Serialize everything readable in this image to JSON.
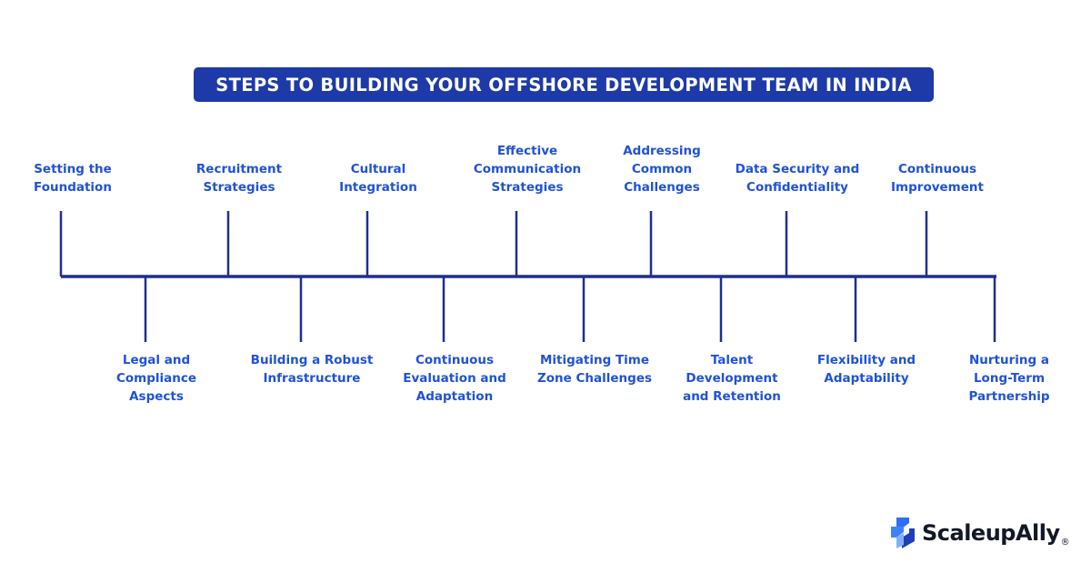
{
  "title": "STEPS TO BUILDING YOUR OFFSHORE DEVELOPMENT TEAM IN INDIA",
  "colors": {
    "title_background": "#1e3aa8",
    "title_text": "#ffffff",
    "axis": "#1e2f8f",
    "label_text": "#1f52d6"
  },
  "steps": [
    {
      "position": "above",
      "lines": [
        "Setting the",
        "Foundation"
      ]
    },
    {
      "position": "below",
      "lines": [
        "Legal and",
        "Compliance",
        "Aspects"
      ]
    },
    {
      "position": "above",
      "lines": [
        "Recruitment",
        "Strategies"
      ]
    },
    {
      "position": "below",
      "lines": [
        "Building a Robust",
        "Infrastructure"
      ]
    },
    {
      "position": "above",
      "lines": [
        "Cultural",
        "Integration"
      ]
    },
    {
      "position": "below",
      "lines": [
        "Continuous",
        "Evaluation and",
        "Adaptation"
      ]
    },
    {
      "position": "above",
      "lines": [
        "Effective",
        "Communication",
        "Strategies"
      ]
    },
    {
      "position": "below",
      "lines": [
        "Mitigating Time",
        "Zone Challenges"
      ]
    },
    {
      "position": "above",
      "lines": [
        "Addressing",
        "Common",
        "Challenges"
      ]
    },
    {
      "position": "below",
      "lines": [
        "Talent",
        "Development",
        "and Retention"
      ]
    },
    {
      "position": "above",
      "lines": [
        "Data Security and",
        "Confidentiality"
      ]
    },
    {
      "position": "below",
      "lines": [
        "Flexibility and",
        "Adaptability"
      ]
    },
    {
      "position": "above",
      "lines": [
        "Continuous",
        "Improvement"
      ]
    },
    {
      "position": "below",
      "lines": [
        "Nurturing a",
        "Long-Term",
        "Partnership"
      ]
    }
  ],
  "logo": {
    "name": "ScaleupAlly",
    "registered_mark": "®",
    "icon": "scaleupally-logo-icon"
  }
}
